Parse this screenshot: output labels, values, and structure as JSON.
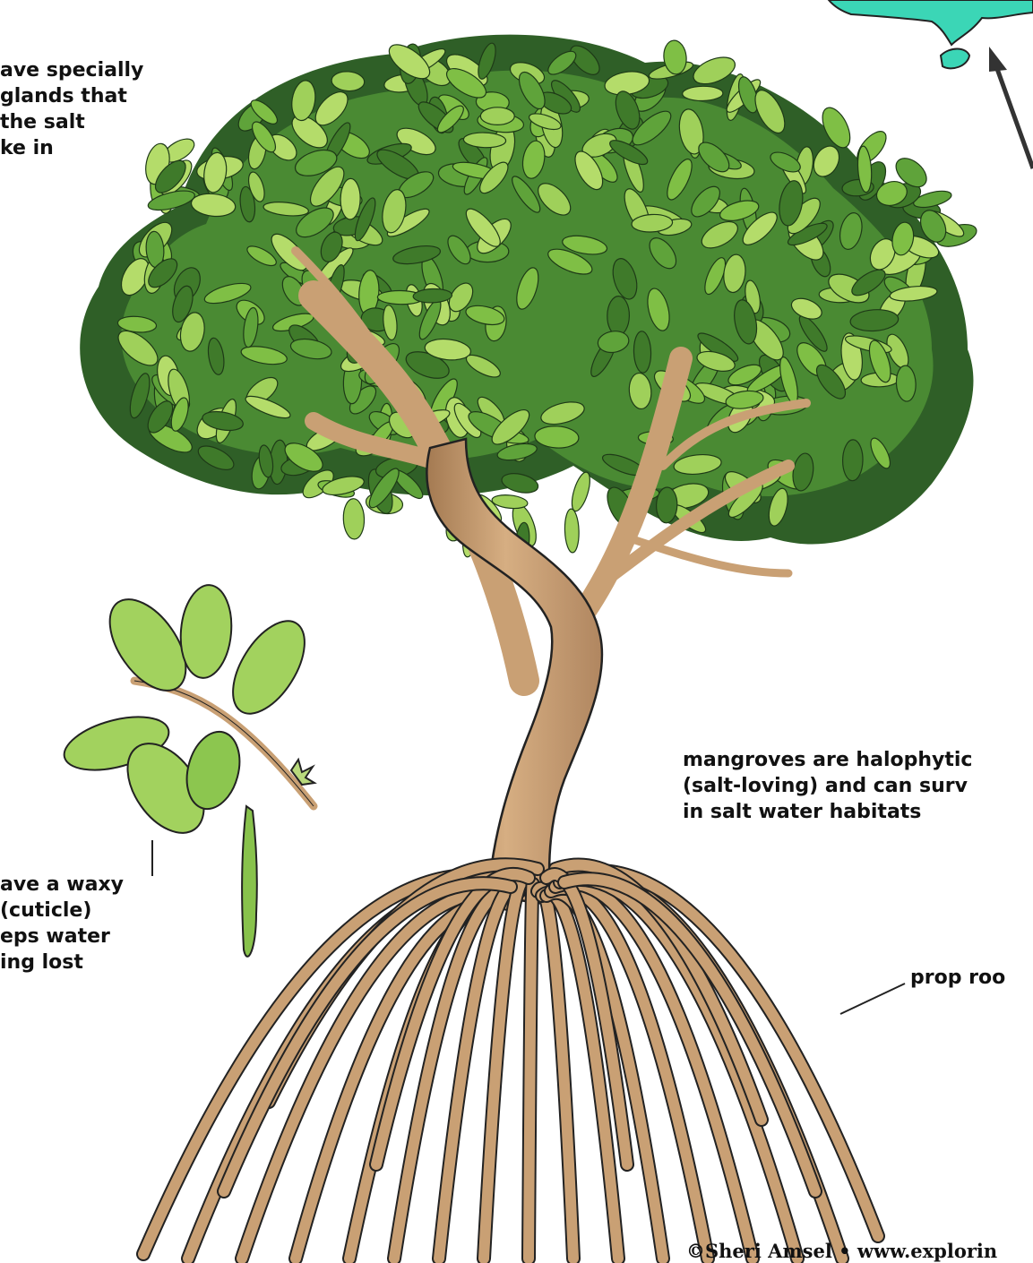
{
  "labels": {
    "salt_glands": [
      "ave specially",
      " glands that",
      " the salt",
      "ke in"
    ],
    "waxy_cuticle": [
      "ave a waxy",
      " (cuticle)",
      "eps water",
      "ing lost"
    ],
    "halophytic": [
      "mangroves are halophytic",
      "(salt-loving) and can surv",
      "in salt water habitats"
    ],
    "prop_roots": "prop roo"
  },
  "credit": "©Sheri Amsel • www.explorin",
  "colors": {
    "leaf_light": "#9fd05a",
    "leaf_mid": "#5fa33a",
    "leaf_dark": "#3f7a2a",
    "canopy_shadow": "#2f5f27",
    "bark": "#c9a074",
    "bark_shadow": "#a47a52",
    "outline": "#222222",
    "map_water": "#3bd6b6",
    "arrow": "#333333"
  },
  "icons": [
    "mangrove-tree",
    "leaf-sprig-with-propagule",
    "map-fragment-icon",
    "arrow-icon"
  ]
}
